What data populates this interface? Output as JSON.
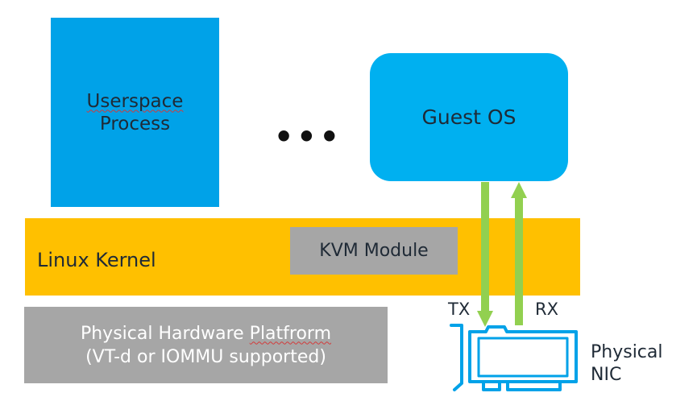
{
  "userspace": {
    "line1": "Userspace",
    "line2": "Process"
  },
  "ellipsis": "•••",
  "guest_os": {
    "label": "Guest OS"
  },
  "kernel": {
    "label": "Linux Kernel"
  },
  "kvm": {
    "label": "KVM Module"
  },
  "hardware": {
    "line1_prefix": "Physical Hardware ",
    "line1_misspelled": "Platfrorm",
    "line2": "(VT-d or IOMMU supported)"
  },
  "flows": {
    "tx": "TX",
    "rx": "RX"
  },
  "nic": {
    "label": "Physical NIC",
    "icon": "network-card-icon"
  },
  "colors": {
    "userspace": "#00a2e8",
    "guest_os": "#00b0f0",
    "kernel": "#ffc000",
    "module": "#a6a6a6",
    "arrow": "#92d050",
    "nic": "#00a2e8"
  }
}
